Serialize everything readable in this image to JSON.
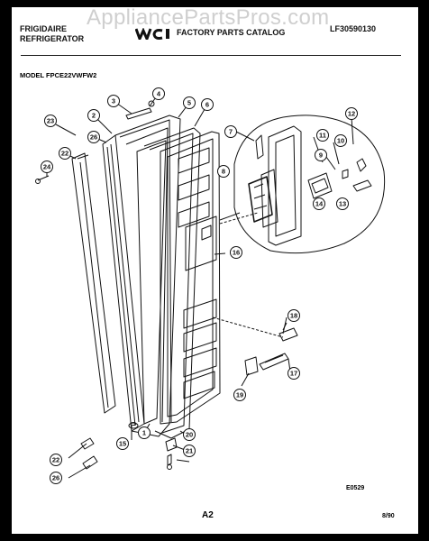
{
  "header": {
    "brand_line1": "FRIGIDAIRE",
    "brand_line2": "REFRIGERATOR",
    "catalog_title": "FACTORY PARTS CATALOG",
    "catalog_number": "LF30590130",
    "watermark": "AppliancePartsPros.com"
  },
  "model": "MODEL FPCE22VWFW2",
  "callouts": [
    "1",
    "2",
    "3",
    "4",
    "5",
    "6",
    "7",
    "8",
    "9",
    "10",
    "11",
    "12",
    "13",
    "14",
    "15",
    "16",
    "17",
    "18",
    "19",
    "20",
    "21",
    "22",
    "22",
    "23",
    "24",
    "26",
    "26"
  ],
  "footer": {
    "drawing_code": "E0529",
    "page": "A2",
    "date": "8/90"
  }
}
